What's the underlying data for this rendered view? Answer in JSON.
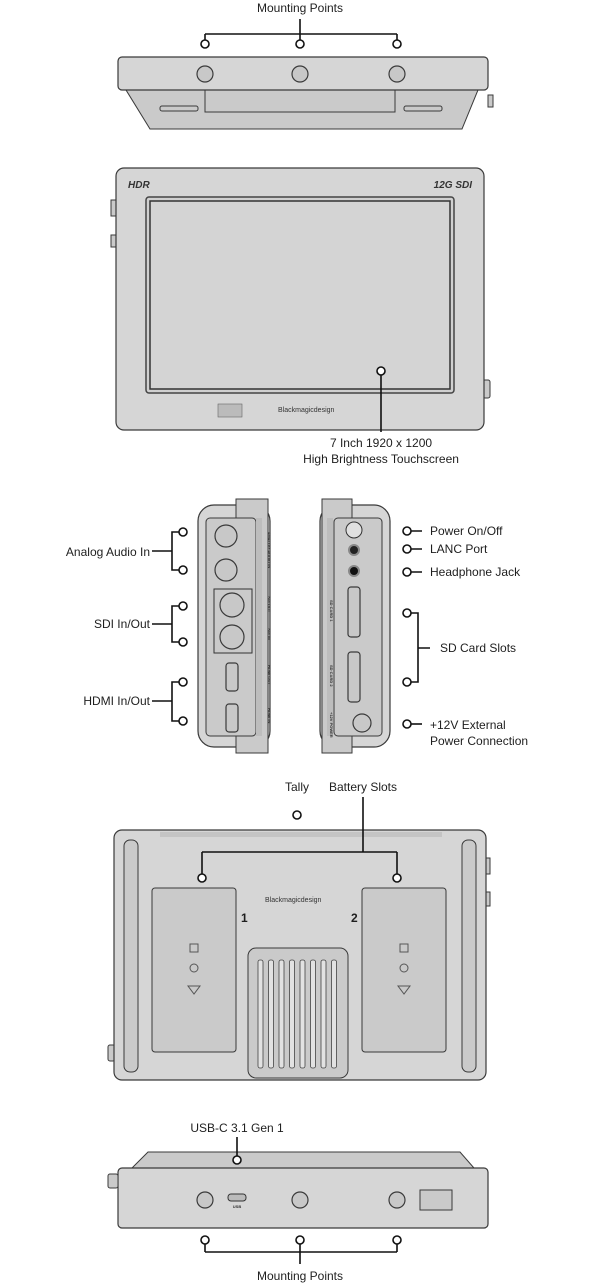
{
  "top_view": {
    "label": "Mounting Points"
  },
  "front_view": {
    "hdr_logo": "HDR",
    "sdi_logo": "12G SDI",
    "brand": "Blackmagicdesign",
    "screen_label_line1": "7 Inch 1920 x 1200",
    "screen_label_line2": "High Brightness Touchscreen"
  },
  "side_view": {
    "left_labels": [
      "Analog Audio In",
      "SDI In/Out",
      "HDMI In/Out"
    ],
    "right_labels": {
      "power": "Power On/Off",
      "lanc": "LANC Port",
      "headphone": "Headphone Jack",
      "sd": "SD Card Slots",
      "ext_power_line1": "+12V External",
      "ext_power_line2": "Power Connection"
    },
    "port_markings": {
      "analog": "ANALOG AUDIO IN",
      "sdi_out": "SDI OUT",
      "sdi_in": "SDI IN",
      "hdmi_out": "HDMI OUT",
      "hdmi_in": "HDMI IN",
      "sd1": "SD CARD 1",
      "sd2": "SD CARD 2",
      "power": "+12V POWER"
    }
  },
  "back_view": {
    "tally": "Tally",
    "battery": "Battery Slots",
    "brand": "Blackmagicdesign",
    "slot1": "1",
    "slot2": "2"
  },
  "bottom_view": {
    "usb_label": "USB-C 3.1 Gen 1",
    "usb_marking": "USB",
    "label": "Mounting Points"
  }
}
